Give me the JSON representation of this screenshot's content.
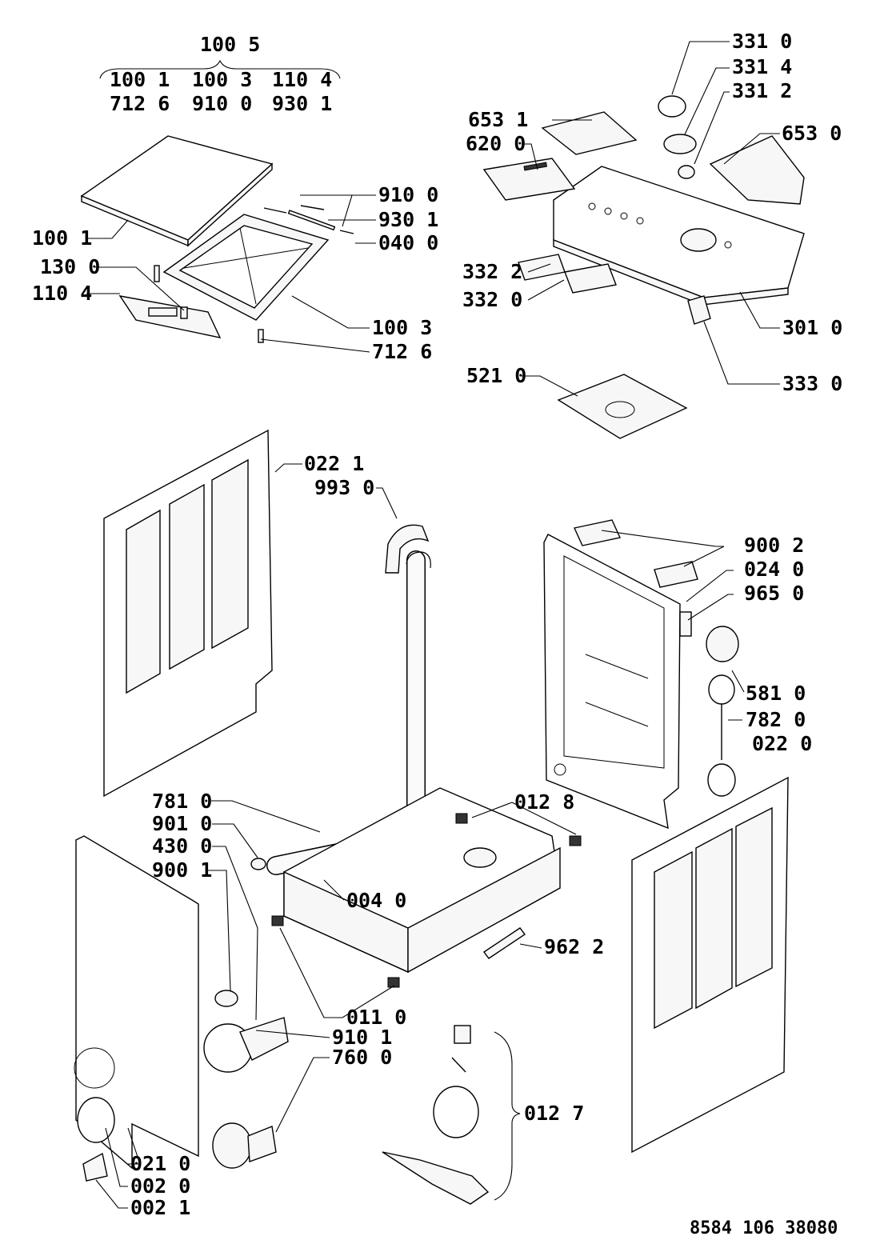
{
  "header_group": {
    "title": "100 5",
    "row1": [
      "100 1",
      "100 3",
      "110 4"
    ],
    "row2": [
      "712 6",
      "910 0",
      "930 1"
    ]
  },
  "labels": {
    "p3310": "331 0",
    "p3314": "331 4",
    "p3312": "331 2",
    "p6531": "653 1",
    "p6530": "653 0",
    "p6200": "620 0",
    "p9100_top": "910 0",
    "p9301": "930 1",
    "p0400": "040 0",
    "p1001": "100 1",
    "p1300": "130 0",
    "p1104": "110 4",
    "p1003": "100 3",
    "p7126": "712 6",
    "p3322": "332 2",
    "p3320": "332 0",
    "p3010": "301 0",
    "p3330": "333 0",
    "p5210": "521 0",
    "p0221": "022 1",
    "p9930": "993 0",
    "p9002": "900 2",
    "p0240": "024 0",
    "p9650": "965 0",
    "p5810": "581 0",
    "p7820": "782 0",
    "p0220": "022 0",
    "p7810": "781 0",
    "p9010": "901 0",
    "p4300": "430 0",
    "p9001": "900 1",
    "p0128": "012 8",
    "p0040": "004 0",
    "p9622": "962 2",
    "p0110": "011 0",
    "p9101": "910 1",
    "p7600": "760 0",
    "p0127": "012 7",
    "p0210": "021 0",
    "p0020": "002 0",
    "p0021": "002 1"
  },
  "document_code": "8584 106 38080"
}
